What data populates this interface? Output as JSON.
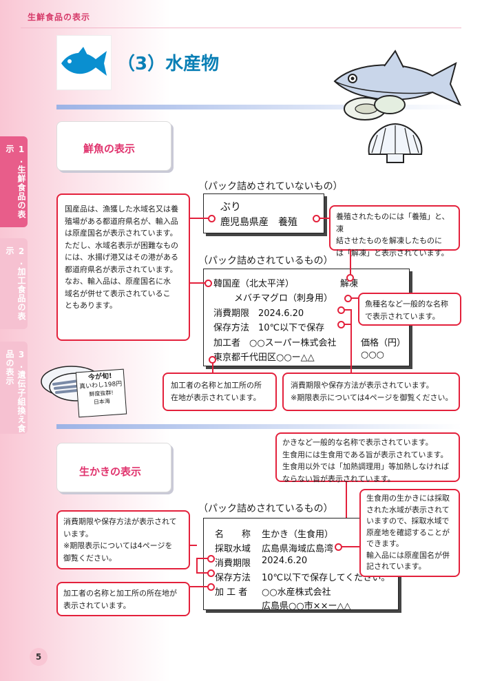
{
  "header": {
    "section_label": "生鮮食品の表示"
  },
  "title": {
    "text": "（3）水産物"
  },
  "side_tabs": [
    {
      "label": "1.生鮮食品の表示"
    },
    {
      "label": "2.加工食品の表示"
    },
    {
      "label": "3.遺伝子組換え食品の表示"
    }
  ],
  "fresh_fish": {
    "heading": "鮮魚の表示",
    "caption_unpacked": "（パック詰めされていないもの）",
    "caption_packed": "（パック詰めされているもの）",
    "unpacked_label": {
      "line1": "ぶり",
      "line2": "鹿児島県産　養殖"
    },
    "packed_label": {
      "origin": "韓国産（北太平洋）",
      "thawed": "解凍",
      "name": "メバチマグロ（刺身用）",
      "expiry": "消費期限　2024.6.20",
      "storage": "保存方法　10℃以下で保存",
      "processor": "加工者　○○スーパー株式会社",
      "address": "東京都千代田区○○ー△△",
      "price_label": "価格（円）",
      "price_value": "○○○"
    },
    "callout_origin": [
      "国産品は、漁獲した水域名又は養",
      "殖場がある都道府県名が、輸入品",
      "は原産国名が表示されています。",
      "ただし、水域名表示が困難なもの",
      "には、水揚げ港又はその港がある",
      "都道府県名が表示されています。",
      "なお、輸入品は、原産国名に水",
      "域名が併せて表示されているこ",
      "ともあります。"
    ],
    "callout_farmed": [
      "養殖されたものには「養殖」と、凍",
      "結させたものを解凍したものに",
      "は「解凍」と表示されています。"
    ],
    "callout_species": [
      "魚種名など一般的な名称",
      "で表示されています。"
    ],
    "callout_processor": [
      "加工者の名称と加工所の所",
      "在地が表示されています。"
    ],
    "callout_expiry": [
      "消費期限や保存方法が表示されています。",
      "※期限表示については4ページを御覧ください。"
    ],
    "sign": {
      "line1": "今が旬!",
      "line2": "真いわし198円",
      "line3": "鮮度抜群!",
      "line4": "日本海"
    }
  },
  "raw_oyster": {
    "heading": "生かきの表示",
    "caption_packed": "（パック詰めされているもの）",
    "label": {
      "name_key": "名　　称",
      "name_val": "生かき（生食用）",
      "area_key": "採取水域",
      "area_val": "広島県海域広島湾",
      "expiry_key": "消費期限",
      "expiry_val": "2024.6.20",
      "storage_key": "保存方法",
      "storage_val": "10℃以下で保存してください。",
      "processor_key": "加 工 者",
      "processor_val": "○○水産株式会社",
      "address_val": "広島県○○市××ー△△"
    },
    "callout_name": [
      "かきなど一般的な名称で表示されています。",
      "生食用には生食用である旨が表示されています。",
      "生食用以外では「加熱調理用」等加熱しなければ",
      "ならない旨が表示されています。"
    ],
    "callout_area": [
      "生食用の生かきには採取",
      "された水域が表示されて",
      "いますので、採取水域で",
      "原産地を確認することが",
      "できます。",
      "輸入品には原産国名が併",
      "記されています。"
    ],
    "callout_expiry": [
      "消費期限や保存方法が表示されて",
      "います。",
      "※期限表示については4ページを",
      "御覧ください。"
    ],
    "callout_processor": [
      "加工者の名称と加工所の所在地が",
      "表示されています。"
    ]
  },
  "page_number": "5",
  "colors": {
    "accent_red": "#e3203b",
    "pink": "#e85d8a",
    "blue_title": "#0a7fb5"
  }
}
